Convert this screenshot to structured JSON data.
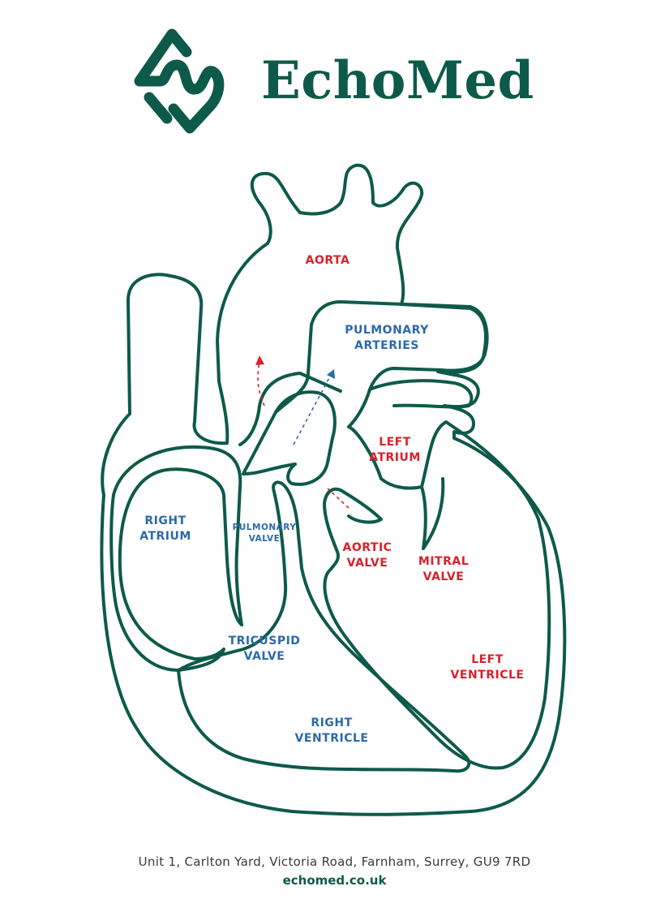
{
  "brand": {
    "name": "EchoMed",
    "color": "#0e5a4a",
    "logo_icon": "heart-wave-logo-icon"
  },
  "labels": {
    "aorta": [
      "AORTA"
    ],
    "pulmonary_arteries": [
      "PULMONARY",
      "ARTERIES"
    ],
    "left_atrium": [
      "LEFT",
      "ATRIUM"
    ],
    "right_atrium": [
      "RIGHT",
      "ATRIUM"
    ],
    "pulmonary_valve": [
      "PULMONARY",
      "VALVE"
    ],
    "aortic_valve": [
      "AORTIC",
      "VALVE"
    ],
    "mitral_valve": [
      "MITRAL",
      "VALVE"
    ],
    "tricuspid_valve": [
      "TRICUSPID",
      "VALVE"
    ],
    "left_ventricle": [
      "LEFT",
      "VENTRICLE"
    ],
    "right_ventricle": [
      "RIGHT",
      "VENTRICLE"
    ]
  },
  "colors": {
    "outline": "#0e5a4a",
    "oxygenated": "#d8212a",
    "deoxygenated": "#2b6aa9"
  },
  "footer": {
    "address": "Unit 1, Carlton Yard, Victoria Road, Farnham, Surrey, GU9 7RD",
    "website": "echomed.co.uk"
  }
}
